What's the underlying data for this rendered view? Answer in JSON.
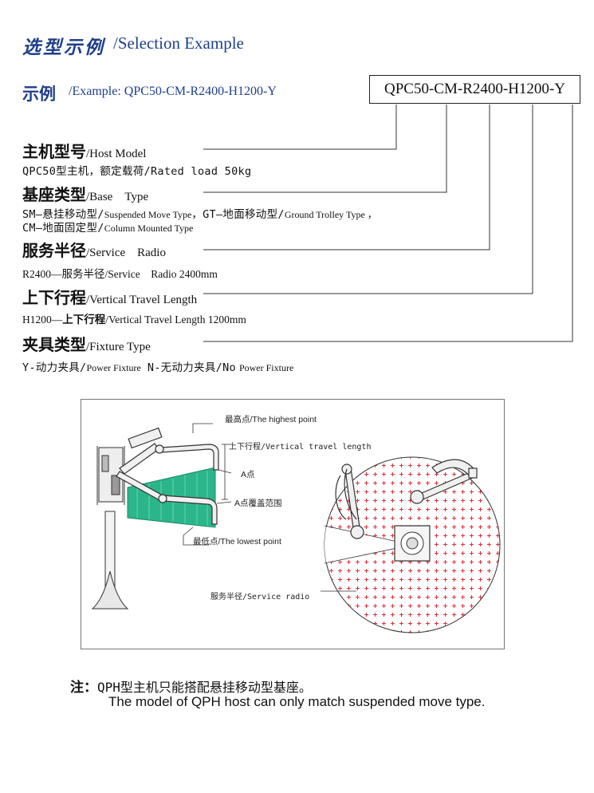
{
  "header": {
    "title_cn": "选型示例",
    "title_en": "/Selection Example",
    "example_cn": "示例",
    "example_en": "/Example: QPC50-CM-R2400-H1200-Y",
    "code": "QPC50-CM-R2400-H1200-Y"
  },
  "sections": {
    "host": {
      "title_cn": "主机型号",
      "title_en": "/Host Model",
      "desc": "QPC50型主机，额定载荷/Rated load 50kg"
    },
    "base": {
      "title_cn": "基座类型",
      "title_en": "/Base　Type",
      "desc_1a": "SM—悬挂移动型/",
      "desc_1b": "Suspended Move Type",
      "desc_1c": "，GT—地面移动型/",
      "desc_1d": "Ground Trolley Type ，",
      "desc_2a": "CM—地面固定型/",
      "desc_2b": "Column Mounted Type"
    },
    "radius": {
      "title_cn": "服务半径",
      "title_en": "/Service　Radio",
      "desc": "R2400—服务半径/Service　Radio 2400mm"
    },
    "travel": {
      "title_cn": "上下行程",
      "title_en": "/Vertical Travel Length",
      "desc_a": "H1200—",
      "desc_b": "上下行程",
      "desc_c": "/Vertical Travel Length 1200mm"
    },
    "fixture": {
      "title_cn": "夹具类型",
      "title_en": "/Fixture Type",
      "desc_a": "Y-动力夹具/",
      "desc_b": "Power Fixture",
      "desc_c": "N-无动力夹具/",
      "desc_d": "No",
      "desc_e": "Power Fixture"
    }
  },
  "diagram": {
    "highest": "最高点/The highest point",
    "travel": "上下行程/Vertical travel length",
    "point_a": "A点",
    "cover": "A点覆盖范围",
    "lowest": "最低点/The lowest point",
    "radius": "服务半径/Service radio"
  },
  "note": {
    "label": "注：",
    "cn": "QPH型主机只能搭配悬挂移动型基座。",
    "en": "The model of QPH host can only match  suspended move type."
  },
  "colors": {
    "heading_blue": "#1f3f8a",
    "coverage_green": "#2bb58a",
    "dot_red": "#e0303a"
  }
}
